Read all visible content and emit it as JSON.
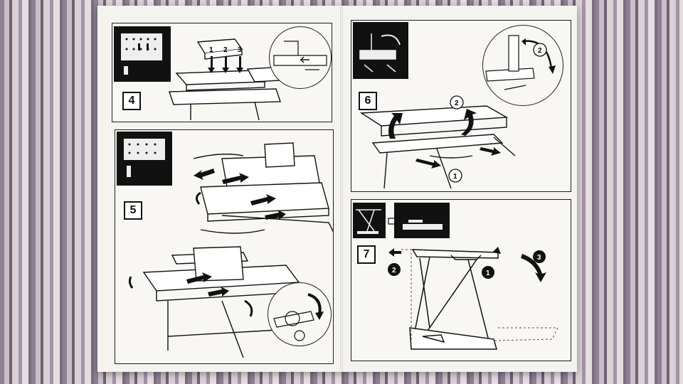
{
  "steps": [
    {
      "number": "4",
      "callouts": [
        "1",
        "2",
        "3"
      ]
    },
    {
      "number": "5"
    },
    {
      "number": "6",
      "callouts": [
        "1",
        "2",
        "2"
      ]
    },
    {
      "number": "7",
      "callouts": [
        "1",
        "2",
        "3"
      ]
    }
  ],
  "colors": {
    "paper": "#f4f3ef",
    "ink": "#111111",
    "inset_bg": "#111111"
  }
}
